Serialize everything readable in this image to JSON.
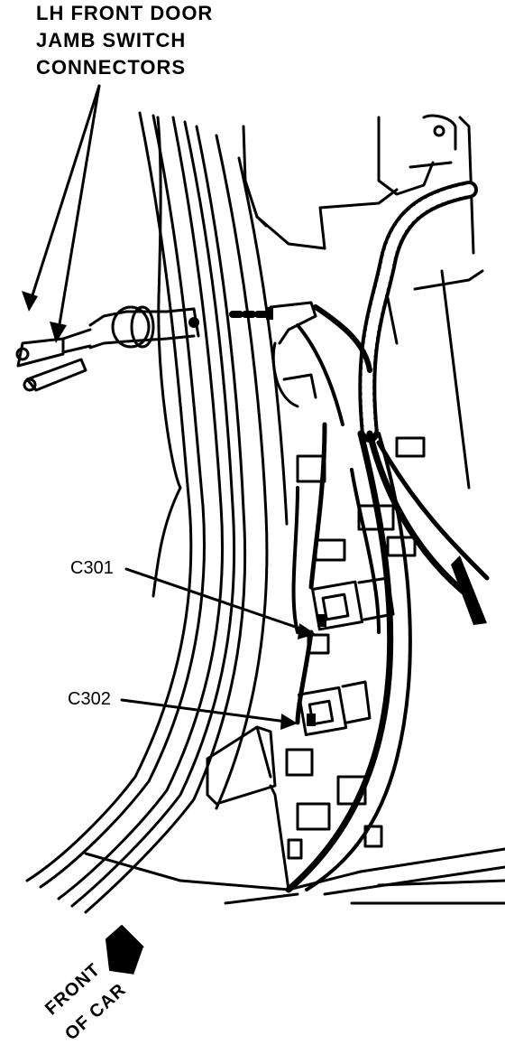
{
  "title_lines": [
    "LH FRONT DOOR",
    "JAMB SWITCH",
    "CONNECTORS"
  ],
  "callouts": {
    "c301": "C301",
    "c302": "C302"
  },
  "direction": {
    "line1": "FRONT",
    "line2": "OF CAR"
  },
  "colors": {
    "ink": "#000000",
    "paper": "#ffffff"
  }
}
